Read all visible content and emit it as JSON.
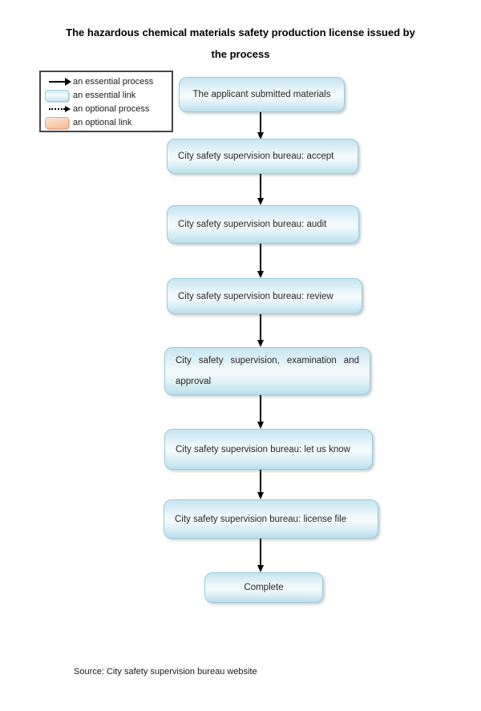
{
  "title": {
    "line1": "The hazardous chemical materials safety production license issued by",
    "line2": "the process"
  },
  "legend": {
    "items": [
      {
        "icon": "solid-arrow-icon",
        "label": "an essential process"
      },
      {
        "icon": "essential-link-swatch",
        "label": "an essential link"
      },
      {
        "icon": "dotted-arrow-icon",
        "label": "an optional process"
      },
      {
        "icon": "optional-link-swatch",
        "label": "an optional link"
      }
    ]
  },
  "flow": {
    "nodes": [
      {
        "label": "The applicant submitted materials"
      },
      {
        "label": "City safety supervision bureau: accept"
      },
      {
        "label": "City safety supervision bureau: audit"
      },
      {
        "label": "City safety supervision bureau: review"
      },
      {
        "label": "City safety supervision, examination and approval"
      },
      {
        "label": "City safety supervision bureau: let us know"
      },
      {
        "label": "City safety supervision bureau: license file"
      },
      {
        "label": "Complete"
      }
    ]
  },
  "source": "Source: City safety supervision bureau website",
  "colors": {
    "essential_fill": "#cde9f2",
    "essential_border": "#97cbdd",
    "optional_fill": "#f8d0b4",
    "optional_border": "#e8a87c",
    "arrow": "#000000"
  }
}
